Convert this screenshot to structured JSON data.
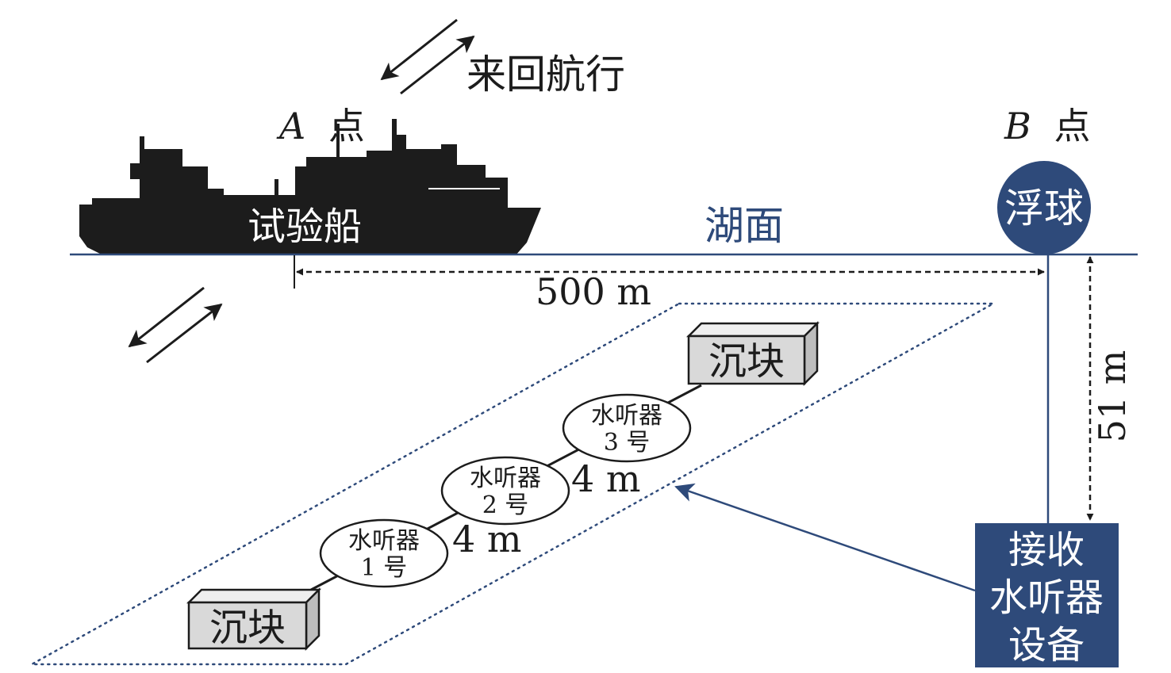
{
  "labels": {
    "back_forth": "来回航行",
    "point_a_letter": "A",
    "point_a_char": "点",
    "point_b_letter": "B",
    "point_b_char": "点",
    "ship": "试验船",
    "lake_surface": "湖面",
    "buoy": "浮球",
    "distance_ab": "500 m",
    "depth": "51 m",
    "sinker_top": "沉块",
    "sinker_bottom": "沉块",
    "spacing_upper": "4 m",
    "spacing_lower": "4 m",
    "receiver_line1": "接收",
    "receiver_line2": "水听器",
    "receiver_line3": "设备"
  },
  "hydrophones": [
    {
      "line1": "水听器",
      "line2": "1 号"
    },
    {
      "line1": "水听器",
      "line2": "2 号"
    },
    {
      "line1": "水听器",
      "line2": "3 号"
    }
  ],
  "colors": {
    "navy": "#2e4a7a",
    "black": "#1c1c1c",
    "sinker_fill": "#d9d9d9",
    "white": "#ffffff"
  }
}
